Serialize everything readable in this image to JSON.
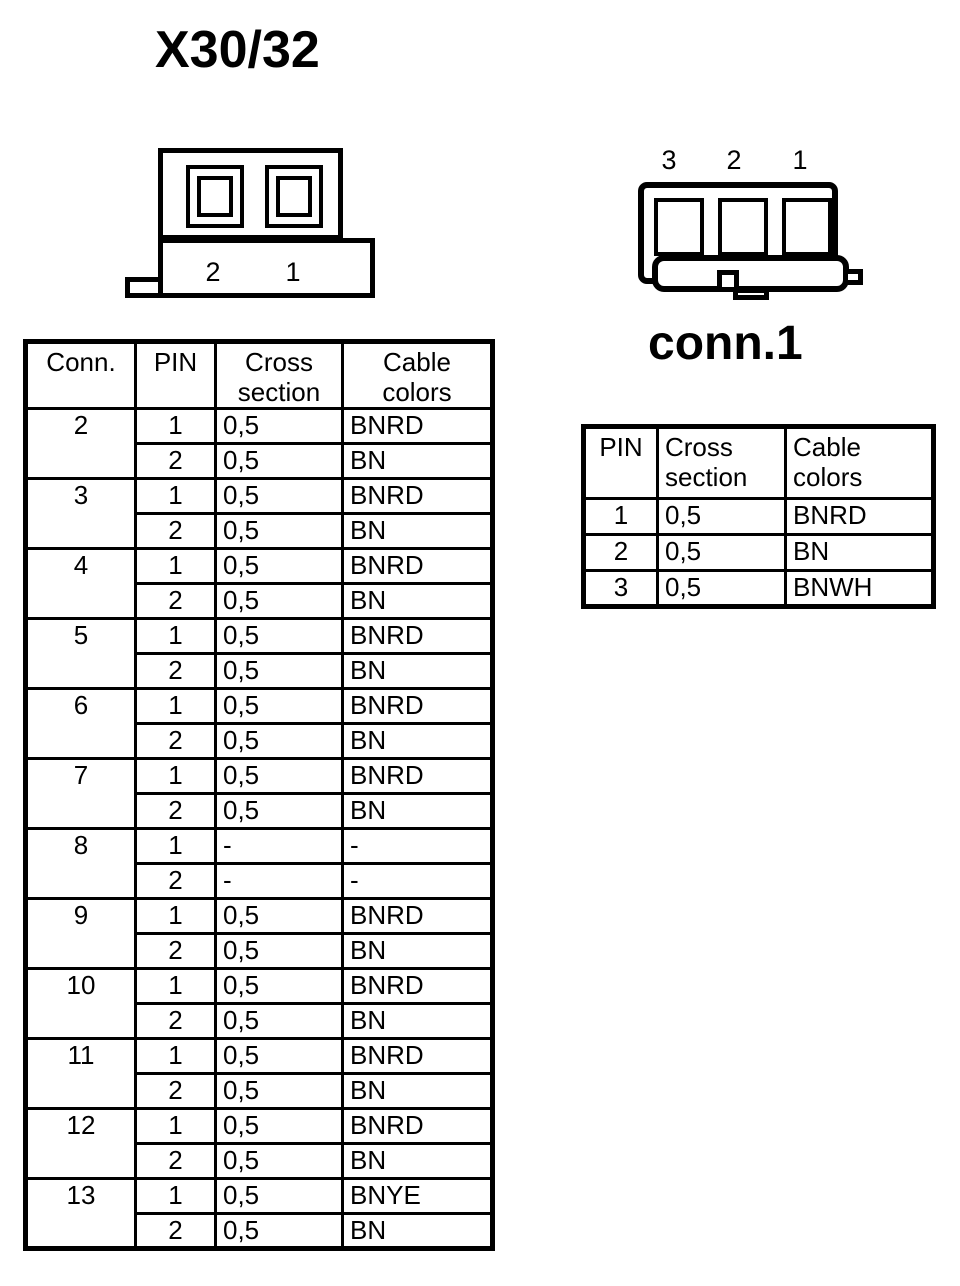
{
  "title": "X30/32",
  "left_connector": {
    "name": "left-connector-drawing",
    "pin_labels": [
      "2",
      "1"
    ]
  },
  "right_connector": {
    "name": "right-connector-drawing",
    "pin_labels": [
      "3",
      "2",
      "1"
    ],
    "caption": "conn.1"
  },
  "main_table": {
    "headers": {
      "conn": "Conn.",
      "pin": "PIN",
      "cross_line1": "Cross",
      "cross_line2": "section",
      "color_line1": "Cable",
      "color_line2": "colors"
    },
    "groups": [
      {
        "conn": "2",
        "rows": [
          {
            "pin": "1",
            "cross": "0,5",
            "color": "BNRD"
          },
          {
            "pin": "2",
            "cross": "0,5",
            "color": "BN"
          }
        ]
      },
      {
        "conn": "3",
        "rows": [
          {
            "pin": "1",
            "cross": "0,5",
            "color": "BNRD"
          },
          {
            "pin": "2",
            "cross": "0,5",
            "color": "BN"
          }
        ]
      },
      {
        "conn": "4",
        "rows": [
          {
            "pin": "1",
            "cross": "0,5",
            "color": "BNRD"
          },
          {
            "pin": "2",
            "cross": "0,5",
            "color": "BN"
          }
        ]
      },
      {
        "conn": "5",
        "rows": [
          {
            "pin": "1",
            "cross": "0,5",
            "color": "BNRD"
          },
          {
            "pin": "2",
            "cross": "0,5",
            "color": "BN"
          }
        ]
      },
      {
        "conn": "6",
        "rows": [
          {
            "pin": "1",
            "cross": "0,5",
            "color": "BNRD"
          },
          {
            "pin": "2",
            "cross": "0,5",
            "color": "BN"
          }
        ]
      },
      {
        "conn": "7",
        "rows": [
          {
            "pin": "1",
            "cross": "0,5",
            "color": "BNRD"
          },
          {
            "pin": "2",
            "cross": "0,5",
            "color": "BN"
          }
        ]
      },
      {
        "conn": "8",
        "rows": [
          {
            "pin": "1",
            "cross": "-",
            "color": "-"
          },
          {
            "pin": "2",
            "cross": "-",
            "color": "-"
          }
        ]
      },
      {
        "conn": "9",
        "rows": [
          {
            "pin": "1",
            "cross": "0,5",
            "color": "BNRD"
          },
          {
            "pin": "2",
            "cross": "0,5",
            "color": "BN"
          }
        ]
      },
      {
        "conn": "10",
        "rows": [
          {
            "pin": "1",
            "cross": "0,5",
            "color": "BNRD"
          },
          {
            "pin": "2",
            "cross": "0,5",
            "color": "BN"
          }
        ]
      },
      {
        "conn": "11",
        "rows": [
          {
            "pin": "1",
            "cross": "0,5",
            "color": "BNRD"
          },
          {
            "pin": "2",
            "cross": "0,5",
            "color": "BN"
          }
        ]
      },
      {
        "conn": "12",
        "rows": [
          {
            "pin": "1",
            "cross": "0,5",
            "color": "BNRD"
          },
          {
            "pin": "2",
            "cross": "0,5",
            "color": "BN"
          }
        ]
      },
      {
        "conn": "13",
        "rows": [
          {
            "pin": "1",
            "cross": "0,5",
            "color": "BNYE"
          },
          {
            "pin": "2",
            "cross": "0,5",
            "color": "BN"
          }
        ]
      }
    ]
  },
  "side_table": {
    "headers": {
      "pin": "PIN",
      "cross_line1": "Cross",
      "cross_line2": "section",
      "color_line1": "Cable",
      "color_line2": "colors"
    },
    "rows": [
      {
        "pin": "1",
        "cross": "0,5",
        "color": "BNRD"
      },
      {
        "pin": "2",
        "cross": "0,5",
        "color": "BN"
      },
      {
        "pin": "3",
        "cross": "0,5",
        "color": "BNWH"
      }
    ]
  },
  "colors": {
    "ink": "#000000",
    "paper": "#ffffff"
  }
}
